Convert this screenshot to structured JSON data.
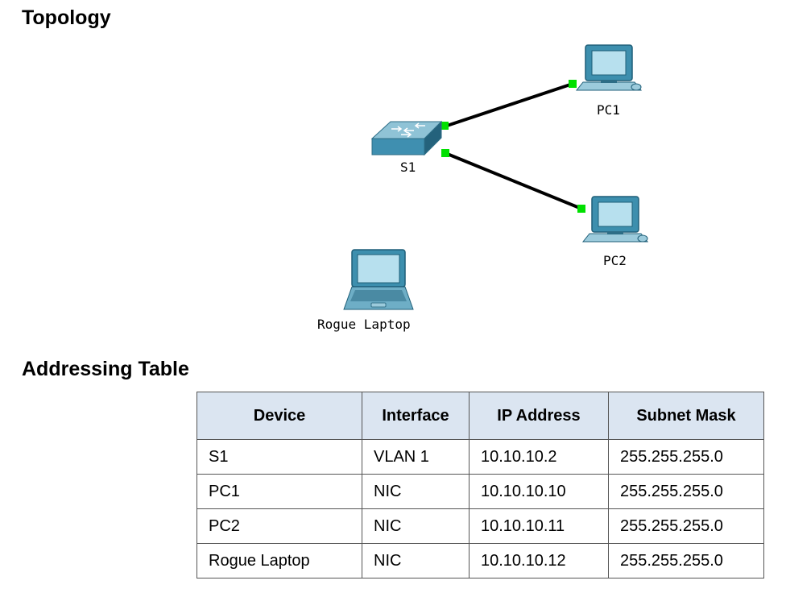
{
  "topology": {
    "heading": "Topology",
    "devices": {
      "s1": "S1",
      "pc1": "PC1",
      "pc2": "PC2",
      "laptop": "Rogue Laptop"
    },
    "link_status_color": "#00e000"
  },
  "addressing": {
    "heading": "Addressing Table",
    "columns": [
      "Device",
      "Interface",
      "IP Address",
      "Subnet Mask"
    ],
    "rows": [
      [
        "S1",
        "VLAN 1",
        "10.10.10.2",
        "255.255.255.0"
      ],
      [
        "PC1",
        "NIC",
        "10.10.10.10",
        "255.255.255.0"
      ],
      [
        "PC2",
        "NIC",
        "10.10.10.11",
        "255.255.255.0"
      ],
      [
        "Rogue Laptop",
        "NIC",
        "10.10.10.12",
        "255.255.255.0"
      ]
    ]
  }
}
